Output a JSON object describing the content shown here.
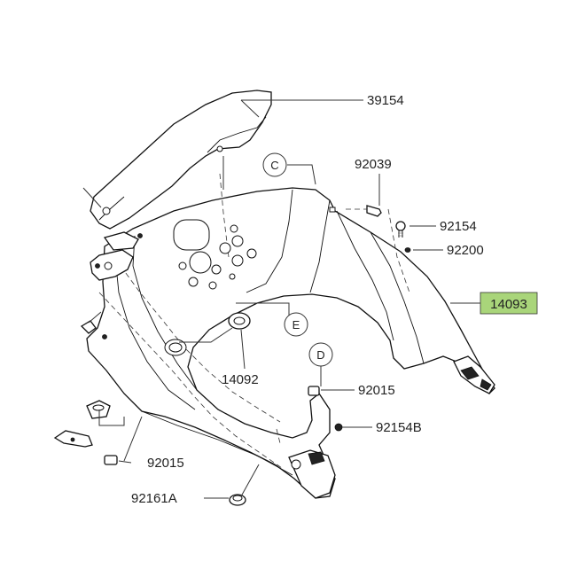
{
  "labels": {
    "p39154": "39154",
    "p92039": "92039",
    "p92154": "92154",
    "p92200": "92200",
    "p14093": "14093",
    "p14092": "14092",
    "p92015_upper": "92015",
    "p92154b": "92154B",
    "p92015_lower": "92015",
    "p92161a": "92161A"
  },
  "callouts": {
    "c": "C",
    "d": "D",
    "e": "E"
  },
  "colors": {
    "highlight": "#a9d57a",
    "line": "#111111"
  }
}
